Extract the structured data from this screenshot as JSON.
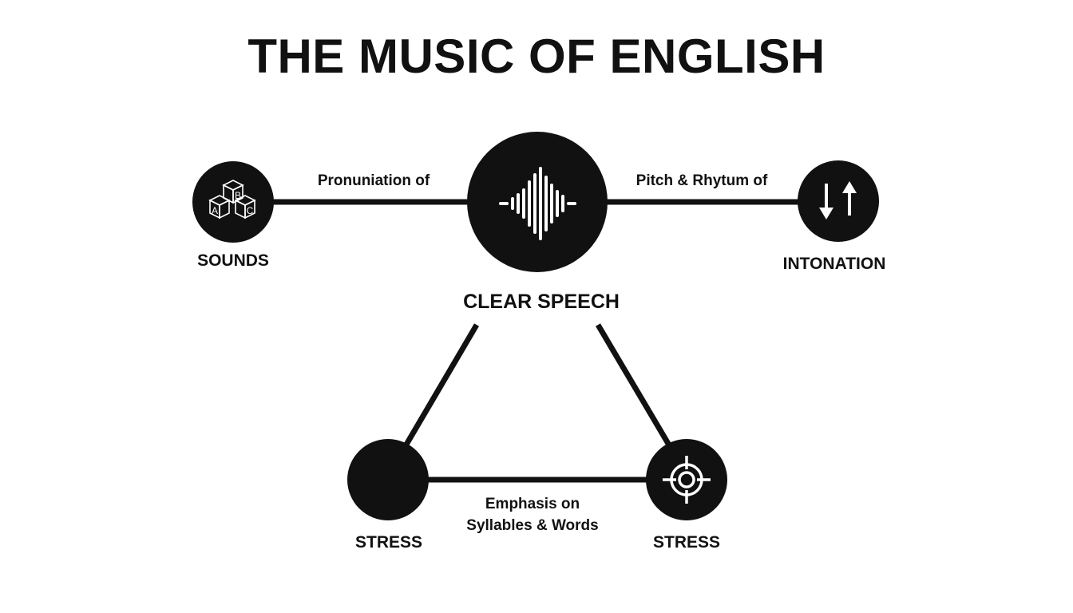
{
  "title": "THE MUSIC OF ENGLISH",
  "nodes": {
    "sounds": {
      "label": "SOUNDS",
      "icon": "abc-blocks-icon",
      "block_letters": [
        "A",
        "B",
        "C"
      ]
    },
    "clear_speech": {
      "label": "CLEAR SPEECH",
      "icon": "sound-wave-icon"
    },
    "intonation": {
      "label": "INTONATION",
      "icon": "up-down-arrows-icon"
    },
    "stress_left": {
      "label": "STRESS",
      "icon": ""
    },
    "stress_right": {
      "label": "STRESS",
      "icon": "target-crosshair-icon"
    }
  },
  "edges": {
    "sounds_to_speech": {
      "label": "Pronuniation of"
    },
    "speech_to_intonation": {
      "label": "Pitch & Rhytum of"
    },
    "stress_to_stress": {
      "line1": "Emphasis on",
      "line2": "Syllables & Words"
    }
  },
  "colors": {
    "node_fill": "#111111",
    "line": "#111111",
    "icon": "#ffffff",
    "background": "#ffffff"
  }
}
